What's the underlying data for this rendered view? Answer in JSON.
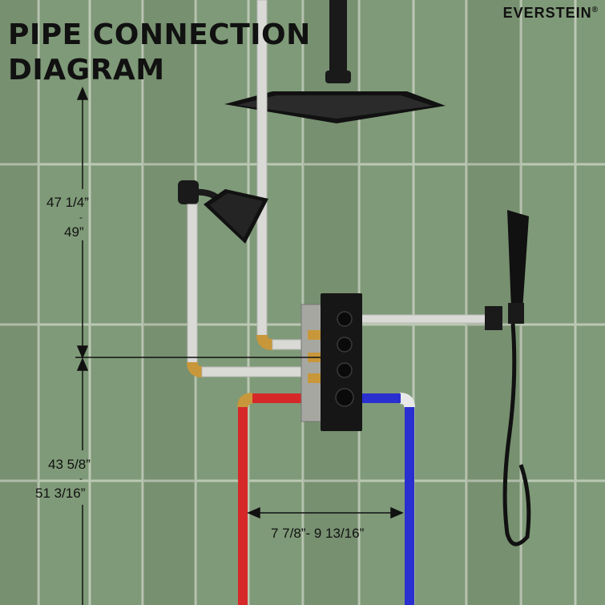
{
  "brand": {
    "name": "EVERSTEIN",
    "mark": "®"
  },
  "title": {
    "line1": "PIPE CONNECTION",
    "line2": "DIAGRAM"
  },
  "dimensions": {
    "rain_head_height": {
      "min": "47 1/4”",
      "sep": "-",
      "max": "49”"
    },
    "valve_height": {
      "min": "43 5/8”",
      "sep": "-",
      "max": "51 3/16”"
    },
    "supply_spacing": "7 7/8”- 9 13/16”"
  },
  "colors": {
    "wall": "#7f9a78",
    "grout": "#c8d2c0",
    "hot_pipe": "#d62828",
    "cold_pipe": "#2a2fd0",
    "pex": "#d9d9d6",
    "brass": "#c8973a",
    "fixture": "#1a1a1a"
  },
  "icons": [
    "rain-shower-head-icon",
    "wall-shower-head-icon",
    "handheld-shower-icon",
    "valve-panel-icon"
  ]
}
